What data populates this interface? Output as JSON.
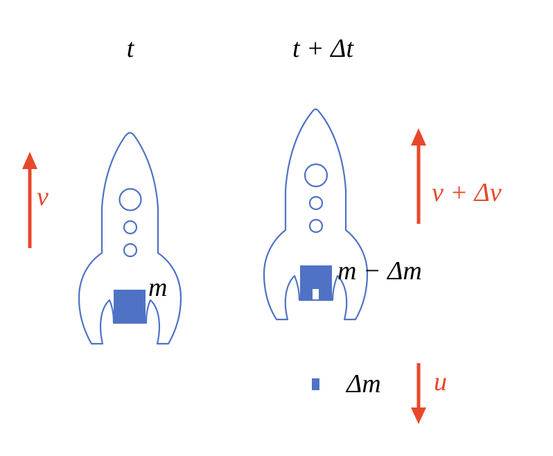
{
  "labels": {
    "time_initial": "t",
    "time_final": "t + Δt",
    "velocity_initial": "v",
    "velocity_final": "v + Δv",
    "mass_initial": "m",
    "mass_final": "m − Δm",
    "ejected_mass": "Δm",
    "exhaust_velocity": "u"
  },
  "colors": {
    "rocket_outline": "#4f72c4",
    "fuel_block": "#4f72c4",
    "arrows": "#e8472b",
    "velocity_text": "#e8472b",
    "text": "#000000"
  }
}
